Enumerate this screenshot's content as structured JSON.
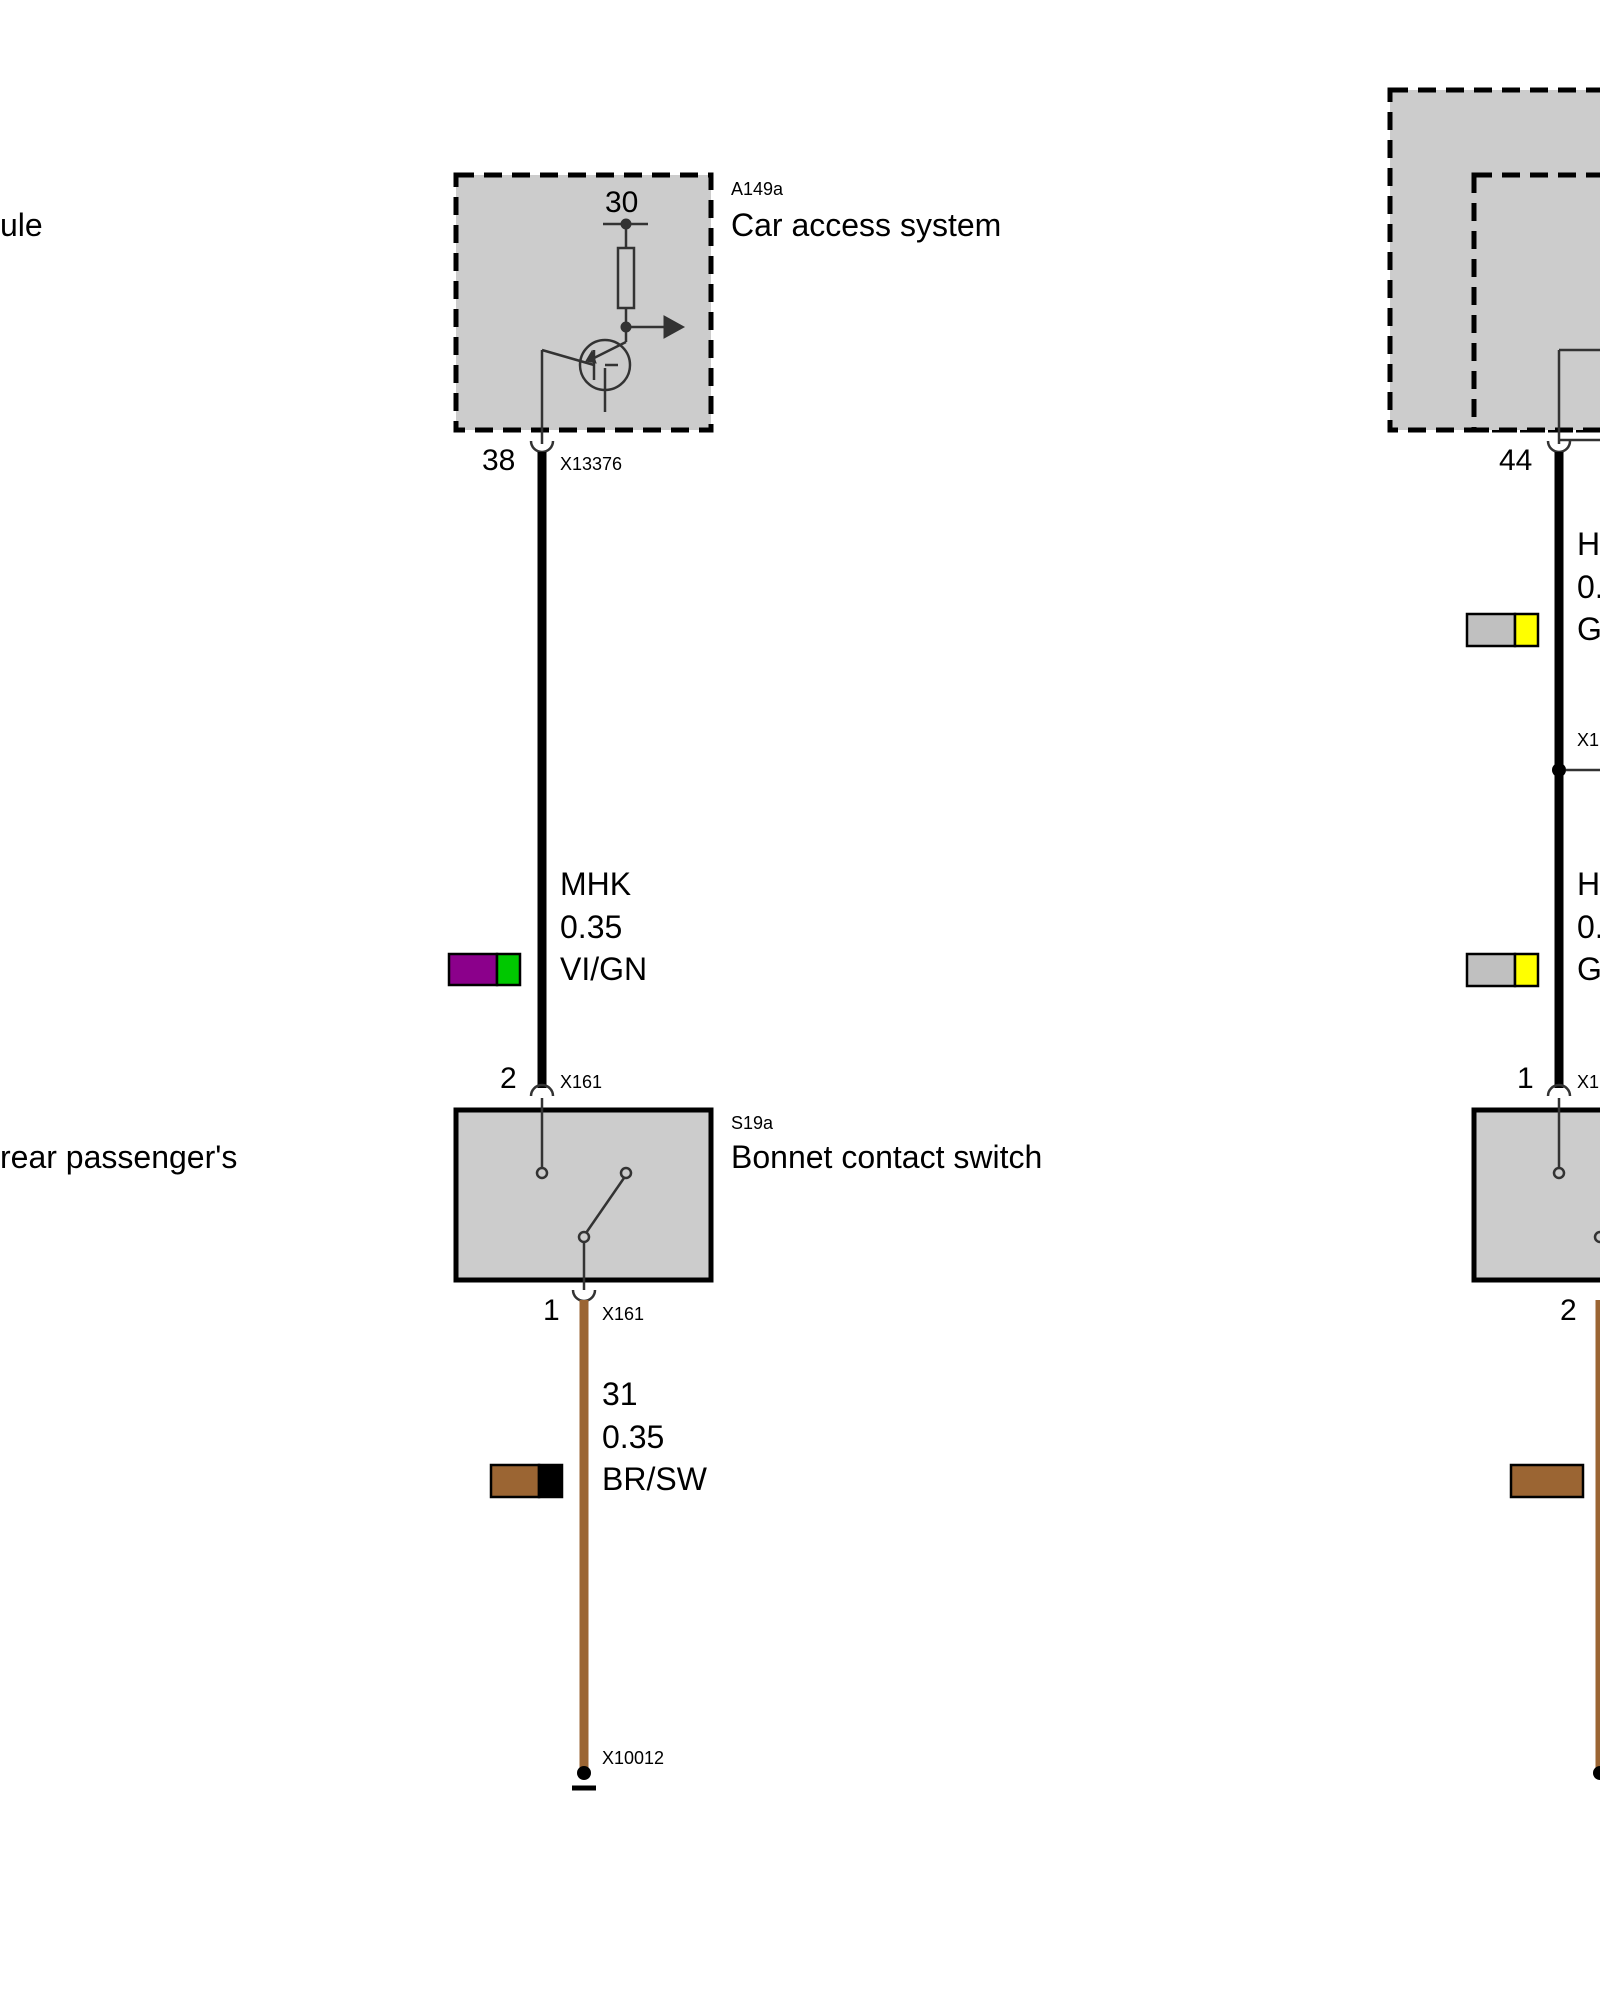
{
  "colors": {
    "wire_black": "#000000",
    "wire_brown": "#9b6533",
    "box_fill": "#cccccc",
    "violet": "#8b008b",
    "green": "#00c800",
    "grey": "#c0c0c0",
    "yellow": "#ffff00",
    "brown": "#9b6533",
    "black": "#000000"
  },
  "left_partial": {
    "label_top": "ule",
    "label_mid": "rear passenger's"
  },
  "car_access_system": {
    "code": "A149a",
    "name": "Car access system",
    "terminal": "30",
    "pin": "38",
    "connector": "X13376"
  },
  "wire_upper": {
    "circuit": "MHK",
    "gauge": "0.35",
    "color_code": "VI/GN"
  },
  "bonnet_switch": {
    "code": "S19a",
    "name": "Bonnet contact switch",
    "pin_top": "2",
    "connector_top": "X161",
    "pin_bottom": "1",
    "connector_bottom": "X161"
  },
  "wire_lower": {
    "circuit": "31",
    "gauge": "0.35",
    "color_code": "BR/SW"
  },
  "ground": {
    "connector": "X10012"
  },
  "right_partial": {
    "pin_top": "44",
    "wire_a_line1": "H",
    "wire_a_line2": "0.",
    "wire_a_line3": "G",
    "splice_label": "X1",
    "wire_b_line1": "H",
    "wire_b_line2": "0.",
    "wire_b_line3": "G",
    "pin_switch_top": "1",
    "connector_switch_top": "X1",
    "pin_switch_bottom": "2"
  }
}
